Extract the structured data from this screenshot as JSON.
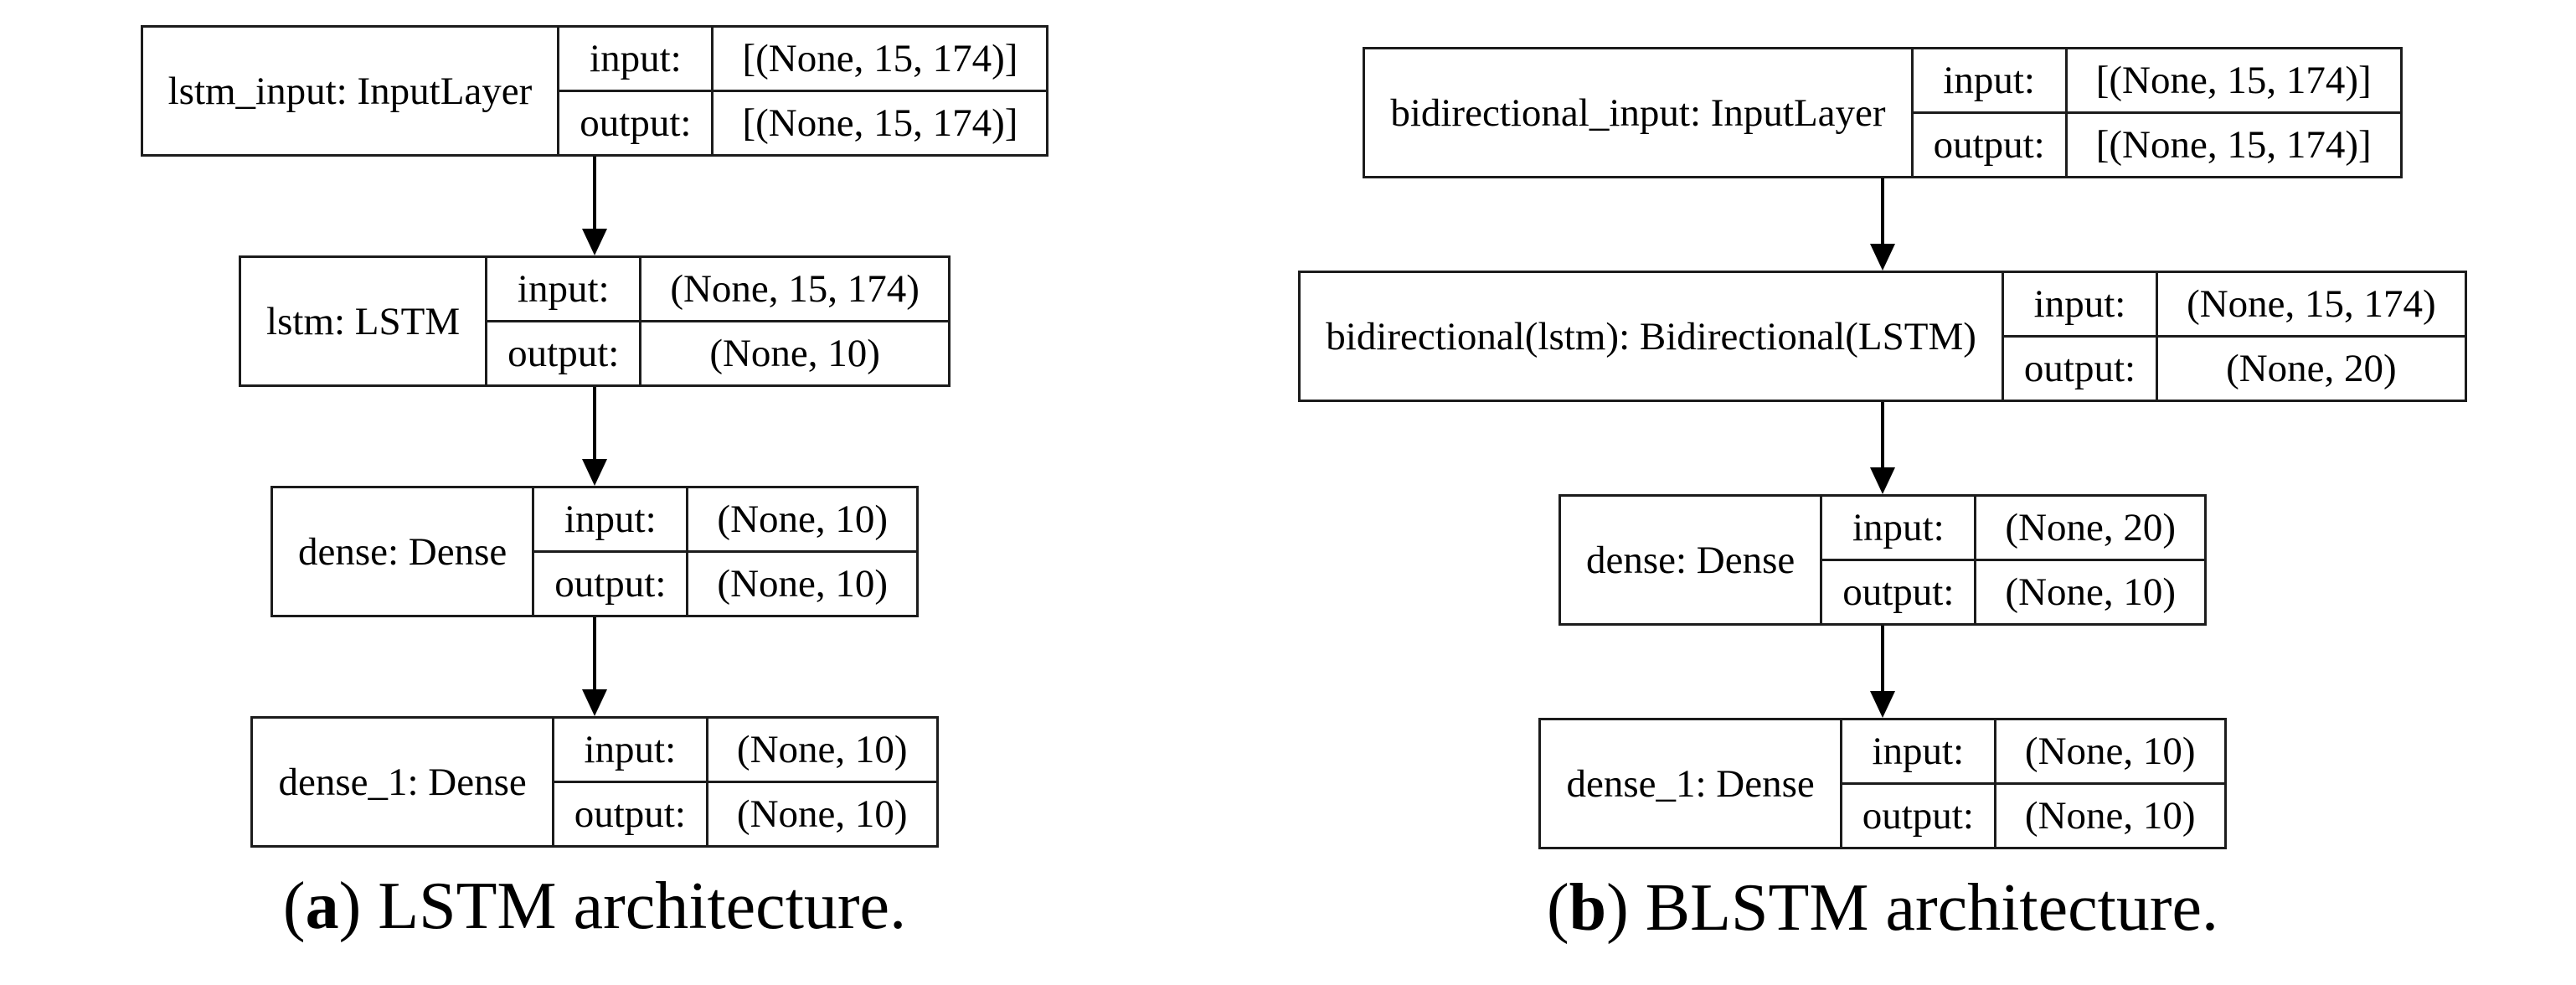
{
  "colors": {
    "background": "#ffffff",
    "border": "#1c1c1c",
    "text": "#000000",
    "arrow": "#000000"
  },
  "labels": {
    "input": "input:",
    "output": "output:"
  },
  "panels": [
    {
      "id": "a",
      "caption": {
        "open": "(",
        "letter": "a",
        "rest": ") LSTM architecture."
      },
      "layers": [
        {
          "name": "lstm_input: InputLayer",
          "input": "[(None, 15, 174)]",
          "output": "[(None, 15, 174)]"
        },
        {
          "name": "lstm: LSTM",
          "input": "(None, 15, 174)",
          "output": "(None, 10)"
        },
        {
          "name": "dense: Dense",
          "input": "(None, 10)",
          "output": "(None, 10)"
        },
        {
          "name": "dense_1: Dense",
          "input": "(None, 10)",
          "output": "(None, 10)"
        }
      ]
    },
    {
      "id": "b",
      "caption": {
        "open": "(",
        "letter": "b",
        "rest": ") BLSTM architecture."
      },
      "layers": [
        {
          "name": "bidirectional_input: InputLayer",
          "input": "[(None, 15, 174)]",
          "output": "[(None, 15, 174)]"
        },
        {
          "name": "bidirectional(lstm): Bidirectional(LSTM)",
          "input": "(None, 15, 174)",
          "output": "(None, 20)"
        },
        {
          "name": "dense: Dense",
          "input": "(None, 20)",
          "output": "(None, 10)"
        },
        {
          "name": "dense_1: Dense",
          "input": "(None, 10)",
          "output": "(None, 10)"
        }
      ]
    }
  ]
}
